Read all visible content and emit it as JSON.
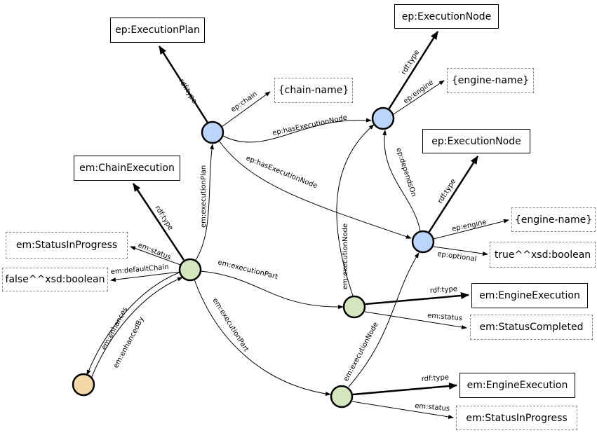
{
  "diagram": {
    "nodes": {
      "execution_plan": {
        "kind": "resource",
        "color": "#bcd6fb"
      },
      "execution_node_1": {
        "kind": "resource",
        "color": "#bcd6fb"
      },
      "execution_node_2": {
        "kind": "resource",
        "color": "#bcd6fb"
      },
      "chain_execution": {
        "kind": "resource",
        "color": "#d4e6bd"
      },
      "engine_execution_1": {
        "kind": "resource",
        "color": "#d4e6bd"
      },
      "engine_execution_2": {
        "kind": "resource",
        "color": "#d4e6bd"
      },
      "enhancing_execution": {
        "kind": "resource",
        "color": "#f5d8a8"
      }
    },
    "boxes": {
      "ep_execution_plan": {
        "label": "ep:ExecutionPlan",
        "kind": "class"
      },
      "chain_name": {
        "label": "{chain-name}",
        "kind": "literal"
      },
      "ep_execution_node_1": {
        "label": "ep:ExecutionNode",
        "kind": "class"
      },
      "engine_name_1": {
        "label": "{engine-name}",
        "kind": "literal"
      },
      "ep_execution_node_2": {
        "label": "ep:ExecutionNode",
        "kind": "class"
      },
      "em_chain_execution": {
        "label": "em:ChainExecution",
        "kind": "class"
      },
      "status_in_progress_1": {
        "label": "em:StatusInProgress",
        "kind": "literal"
      },
      "false_boolean": {
        "label": "false^^xsd:boolean",
        "kind": "literal"
      },
      "engine_name_2": {
        "label": "{engine-name}",
        "kind": "literal"
      },
      "true_boolean": {
        "label": "true^^xsd:boolean",
        "kind": "literal"
      },
      "em_engine_execution_1": {
        "label": "em:EngineExecution",
        "kind": "class"
      },
      "status_completed": {
        "label": "em:StatusCompleted",
        "kind": "literal"
      },
      "em_engine_execution_2": {
        "label": "em:EngineExecution",
        "kind": "class"
      },
      "status_in_progress_2": {
        "label": "em:StatusInProgress",
        "kind": "literal"
      }
    },
    "edges": {
      "plan_type": "rdf:type",
      "plan_chain": "ep:chain",
      "plan_has_node_1": "ep:hasExecutionNode",
      "plan_has_node_2": "ep:hasExecutionNode",
      "node1_type": "rdf:type",
      "node1_engine": "ep:engine",
      "node2_depends_on": "ep:dependsOn",
      "node2_type": "rdf:type",
      "node2_engine": "ep:engine",
      "node2_optional": "ep:optional",
      "chain_type": "rdf:type",
      "chain_status": "em:status",
      "chain_default": "em:defaultChain",
      "chain_execution_plan": "em:executionPlan",
      "chain_part_1": "em:executionPart",
      "chain_part_2": "em:executionPart",
      "enhances": "em:enhances",
      "enhanced_by": "em:enhancedBy",
      "engine1_node": "em:executionNode",
      "engine1_type": "rdf:type",
      "engine1_status": "em:status",
      "engine2_node": "em:executionNode",
      "engine2_type": "rdf:type",
      "engine2_status": "em:status"
    }
  }
}
